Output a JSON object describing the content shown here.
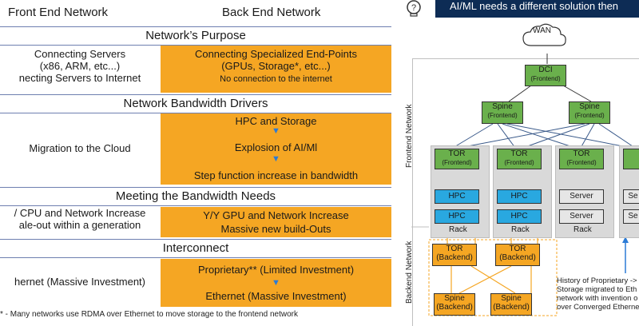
{
  "headers": {
    "front": "Front End Network",
    "back": "Back End Network"
  },
  "sections": [
    {
      "title": "Network’s Purpose",
      "left": [
        "Connecting Servers",
        "(x86, ARM, etc...)",
        "necting Servers to Internet"
      ],
      "right": [
        "Connecting Specialized End-Points",
        "(GPUs, Storage*, etc...)",
        "No connection to the internet"
      ]
    },
    {
      "title": "Network Bandwidth Drivers",
      "left": [
        "Migration to the Cloud"
      ],
      "right": [
        "HPC and Storage",
        "Explosion of AI/Ml",
        "Step function increase in bandwidth"
      ]
    },
    {
      "title": "Meeting the Bandwidth Needs",
      "left": [
        "/ CPU and Network Increase",
        "ale-out within a generation"
      ],
      "right": [
        "Y/Y GPU and Network Increase",
        "Massive new build-Outs"
      ]
    },
    {
      "title": "Interconnect",
      "left": [
        "hernet (Massive Investment)"
      ],
      "right": [
        "Proprietary** (Limited Investment)",
        "Ethernet (Massive Investment)"
      ]
    }
  ],
  "footnote": "* - Many networks use RDMA over Ethernet to move storage to the frontend network",
  "banner": "AI/ML needs a different solution then",
  "diagram": {
    "wan": "WAN",
    "dci": [
      "DCI",
      "(Frontend)"
    ],
    "spine_front": [
      "Spine",
      "(Frontend)"
    ],
    "tor_front": [
      "TOR",
      "(Frontend)"
    ],
    "hpc": "HPC",
    "server": "Server",
    "server_cut": "Se",
    "rack": "Rack",
    "tor_back": [
      "TOR",
      "(Backend)"
    ],
    "spine_back": [
      "Spine",
      "(Backend)"
    ],
    "frontend_label": "Frontend Network",
    "backend_label": "Backend Network",
    "history": [
      "History of Proprietary ->",
      "Storage migrated to Eth",
      "network with invention o",
      "over Converged Etherne"
    ]
  },
  "colors": {
    "accent_orange": "#f5a623",
    "banner_navy": "#0d2c55",
    "switch_green": "#6ab04c",
    "hpc_blue": "#29a8e0"
  }
}
